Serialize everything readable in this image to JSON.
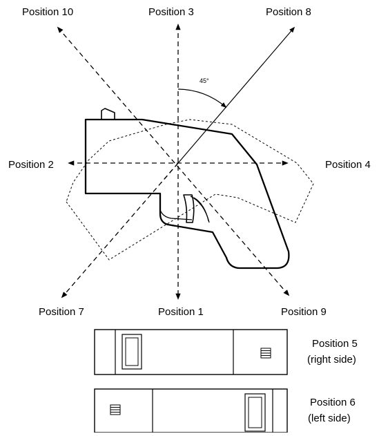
{
  "positions": {
    "p10": "Position 10",
    "p3": "Position 3",
    "p8": "Position 8",
    "p2": "Position 2",
    "p4": "Position 4",
    "p7": "Position 7",
    "p1": "Position 1",
    "p9": "Position 9",
    "p5": "Position 5",
    "p5_sub": "(right side)",
    "p6": "Position 6",
    "p6_sub": "(left side)"
  },
  "angle_label": "45°"
}
